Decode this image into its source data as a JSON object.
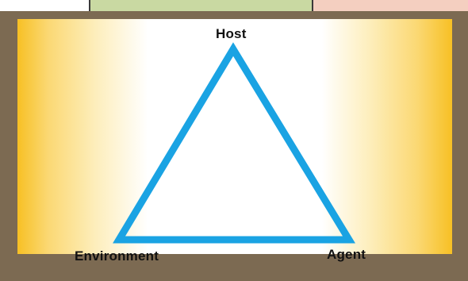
{
  "diagram": {
    "nodes": {
      "host": "Host",
      "environment": "Environment",
      "agent": "Agent"
    },
    "colors": {
      "triangle_stroke": "#1aa3e3",
      "frame": "#7c6a52",
      "gradient_edge": "#f7c024",
      "gradient_center": "#ffffff",
      "top_strip_mid": "#c9d9a2",
      "top_strip_right": "#f4cfc0"
    }
  }
}
